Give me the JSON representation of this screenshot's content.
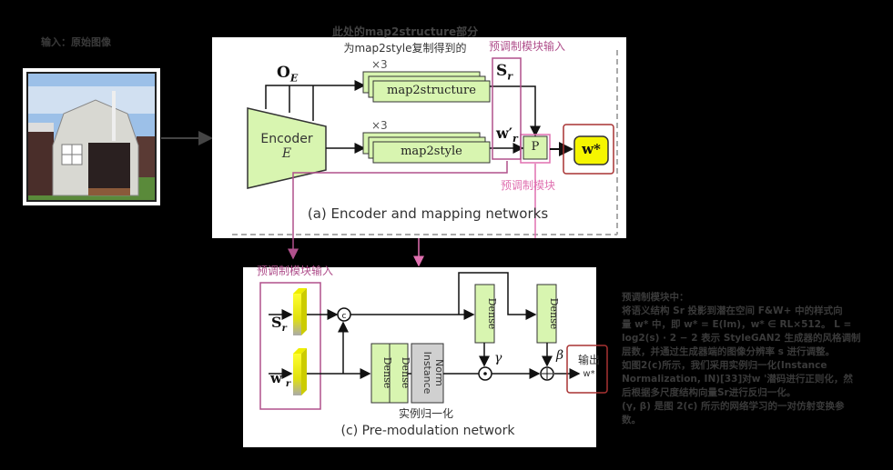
{
  "input_label": "输入：原始图像",
  "annotation_top": [
    "此处的map2structure部分",
    "为map2style复制得到的"
  ],
  "premod_input_label": "预调制模块输入",
  "premod_block_label": "预调制模块",
  "panel_a": {
    "oe_label": "O",
    "oe_sub": "E",
    "encoder_label": "Encoder",
    "encoder_symbol": "E",
    "times3": "×3",
    "map2structure": "map2structure",
    "map2style": "map2style",
    "sr_label": "S",
    "sr_sub": "r",
    "wr_label": "w′",
    "wr_sub": "r",
    "p_label": "P",
    "wstar_label": "w*",
    "caption": "(a) Encoder and mapping networks"
  },
  "panel_c": {
    "input_label": "预调制模块输入",
    "concat_label": "c",
    "dense_label": "Dense",
    "instance_norm": [
      "Instance",
      "Norm"
    ],
    "gamma": "γ",
    "beta": "β",
    "output_label": "输出",
    "output_value": "w*",
    "in_label": "实例归一化",
    "caption": "(c) Pre-modulation network"
  },
  "notes": [
    "预调制模块中：",
    "将语义结构 Sr 投影到潜在空间 F&W+ 中的样式向",
    "量 w* 中，即 w* = E(Im)，w* ∈ RL×512。 L =",
    "log2(s) · 2 − 2 表示 StyleGAN2 生成器的风格调制",
    "层数，并通过生成器端的图像分辨率 s 进行调整。",
    "如图2(c)所示，我们采用实例归一化(Instance",
    "Normalization, IN)[33]对w '潜码进行正则化，然",
    "后根据多尺度结构向量Sr进行反归一化。",
    "(γ, β) 是图 2(c) 所示的网络学习的一对仿射变换参",
    "数。"
  ],
  "colors": {
    "magenta": "#b0508c",
    "pink": "#e070b0",
    "red": "#a83232",
    "green": "#d8f5b0",
    "yellow": "#f5f500"
  }
}
